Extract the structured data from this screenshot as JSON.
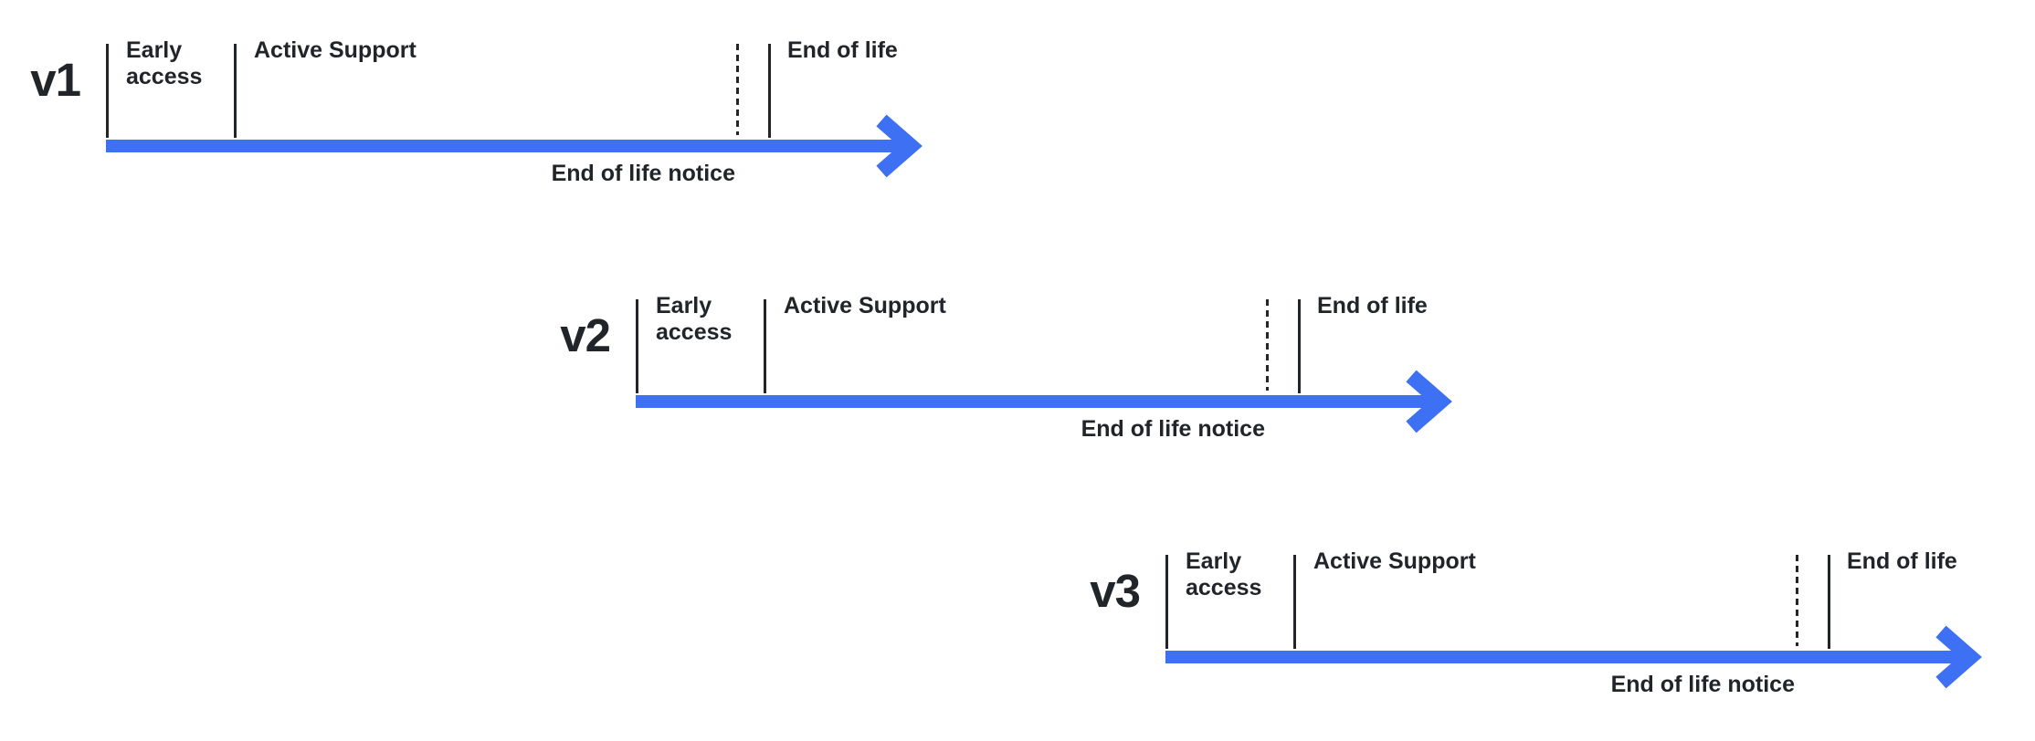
{
  "diagram": {
    "type": "version-lifecycle-timelines",
    "colors": {
      "arrow_blue": "#3D70F2",
      "ink": "#212529",
      "background": "#FFFFFF"
    },
    "timelines": [
      {
        "version_label": "v1",
        "early_access_label": "Early access",
        "active_support_label": "Active Support",
        "end_of_life_label": "End of life",
        "end_of_life_notice_label": "End of life notice"
      },
      {
        "version_label": "v2",
        "early_access_label": "Early access",
        "active_support_label": "Active Support",
        "end_of_life_label": "End of life",
        "end_of_life_notice_label": "End of life notice"
      },
      {
        "version_label": "v3",
        "early_access_label": "Early access",
        "active_support_label": "Active Support",
        "end_of_life_label": "End of life",
        "end_of_life_notice_label": "End of life notice"
      }
    ]
  }
}
